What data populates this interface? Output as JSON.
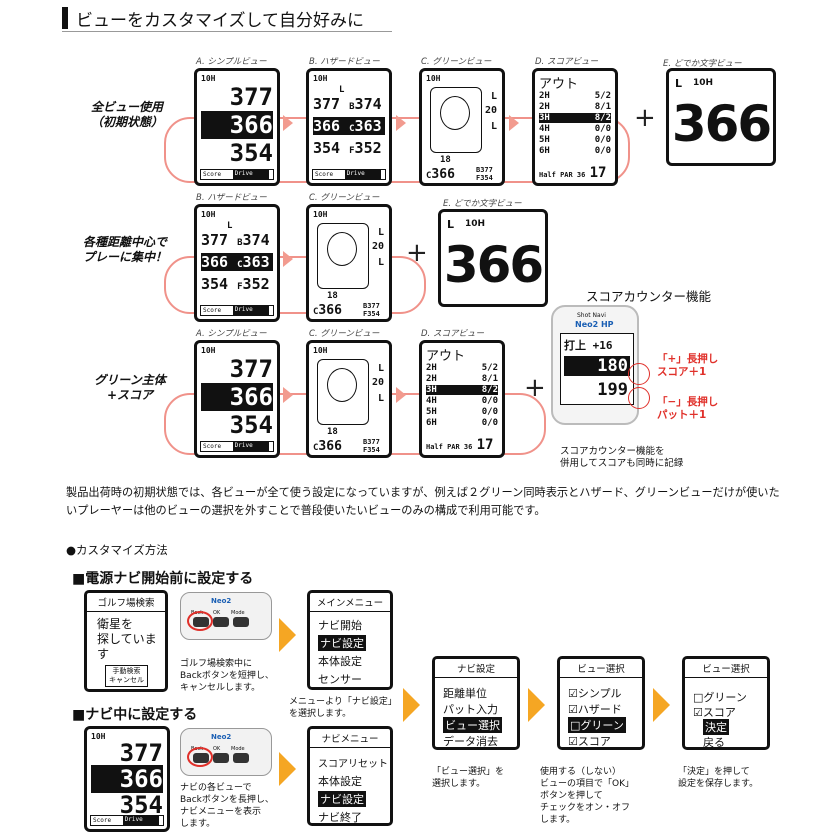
{
  "header": {
    "title": "ビューをカスタマイズして自分好みに"
  },
  "labels": {
    "simple": "A. シンプルビュー",
    "hazard": "B. ハザードビュー",
    "green": "C. グリーンビュー",
    "score": "D. スコアビュー",
    "big": "E. どでか文字ビュー"
  },
  "rows": {
    "row1": "全ビュー使用\n（初期状態）",
    "row2": "各種距離中心で\nプレーに集中！",
    "row3": "グリーン主体\n+スコア"
  },
  "plus": "+",
  "screen": {
    "top": "10H",
    "simple_values": [
      "377",
      "366",
      "354"
    ],
    "hazard_values": [
      [
        "377",
        "B",
        "374"
      ],
      [
        "366",
        "C",
        "363"
      ],
      [
        "354",
        "F",
        "352"
      ]
    ],
    "hazard_L": "L",
    "green_side": [
      "L",
      "20",
      "L"
    ],
    "green_bottom": [
      "366",
      "377",
      "354"
    ],
    "green_dist": "18",
    "green_c": "C",
    "green_b": "B",
    "green_f": "F",
    "foot_score": "Score",
    "foot_drive": "Drive",
    "score_title": "アウト",
    "score_rows": [
      [
        "2H",
        "5/2"
      ],
      [
        "2H",
        "8/1"
      ],
      [
        "3H",
        "8/2"
      ],
      [
        "4H",
        "0/0"
      ],
      [
        "5H",
        "0/0"
      ],
      [
        "6H",
        "0/0"
      ]
    ],
    "score_half": "Half",
    "score_par": "PAR 36",
    "score_total": "17",
    "big_L": "L",
    "big_hole": "10H",
    "big_value": "366"
  },
  "counter": {
    "title": "スコアカウンター機能",
    "brand": "Shot Navi",
    "model": "Neo2 HP",
    "line1": "打上 +16",
    "line2": "180",
    "line3": "199",
    "plus_label": "「+」長押し\nスコア＋1",
    "minus_label": "「−」長押し\nパット＋1",
    "caption": "スコアカウンター機能を\n併用してスコアも同時に記録"
  },
  "paragraph": "製品出荷時の初期状態では、各ビューが全て使う設定になっていますが、例えば２グリーン同時表示とハザード、グリーンビューだけが使いたいプレーヤーは他のビューの選択を外すことで普段使いたいビューのみの構成で利用可能です。",
  "bullet": "●カスタマイズ方法",
  "sec1": "■電源ナビ開始前に設定する",
  "sec2": "■ナビ中に設定する",
  "steps": {
    "search_title": "ゴルフ場検索",
    "search_body": "衛星を\n探しています",
    "search_cancel": "手動検索\nキャンセル",
    "search_note": "ゴルフ場検索中に\nBackボタンを短押し、\nキャンセルします。",
    "main_menu_title": "メインメニュー",
    "main_menu_items": [
      "ナビ開始",
      "ナビ設定",
      "本体設定",
      "センサー"
    ],
    "main_menu_note": "メニューより「ナビ設定」\nを選択します。",
    "navi_set_title": "ナビ設定",
    "navi_set_items": [
      "距離単位",
      "パット入力",
      "ビュー選択",
      "データ消去"
    ],
    "navi_set_note": "「ビュー選択」を\n選択します。",
    "view_sel_title": "ビュー選択",
    "view_sel_items": [
      "☑シンプル",
      "☑ハザード",
      "□グリーン",
      "☑スコア"
    ],
    "view_sel_note": "使用する（しない）\nビューの項目で「OK」\nボタンを押して\nチェックをオン・オフ\nします。",
    "view_sel2_title": "ビュー選択",
    "view_sel2_items": [
      "□グリーン",
      "☑スコア",
      "決定",
      "戻る"
    ],
    "view_sel2_note": "「決定」を押して\n設定を保存します。",
    "navi_menu_title": "ナビメニュー",
    "navi_menu_items": [
      "スコアリセット",
      "本体設定",
      "ナビ設定",
      "ナビ終了"
    ],
    "navi_note": "ナビの各ビューで\nBackボタンを長押し、\nナビメニューを表示\nします。",
    "buttons": [
      "Back",
      "OK",
      "Mode"
    ],
    "brand": "Neo2"
  },
  "colors": {
    "loop": "#f0928a",
    "arrow": "#f5a623",
    "accent_red": "#e0302a"
  }
}
